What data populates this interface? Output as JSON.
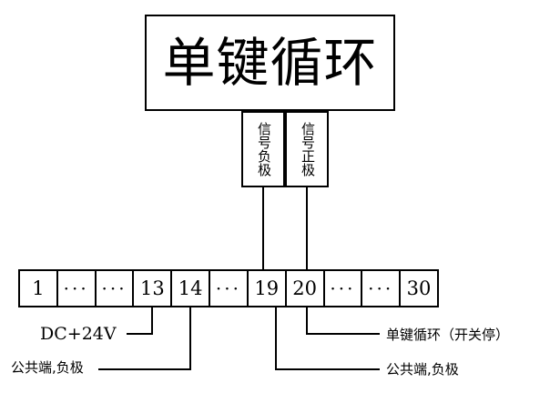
{
  "diagram": {
    "title_box": {
      "label": "单键循环"
    },
    "signal_boxes": [
      {
        "name": "signal-negative",
        "label": "信号负极"
      },
      {
        "name": "signal-positive",
        "label": "信号正极"
      }
    ],
    "terminal_strip": {
      "cells": [
        {
          "label": "1",
          "type": "number"
        },
        {
          "label": "···",
          "type": "ellipsis"
        },
        {
          "label": "···",
          "type": "ellipsis"
        },
        {
          "label": "13",
          "type": "number"
        },
        {
          "label": "14",
          "type": "number"
        },
        {
          "label": "···",
          "type": "ellipsis"
        },
        {
          "label": "19",
          "type": "number"
        },
        {
          "label": "20",
          "type": "number"
        },
        {
          "label": "···",
          "type": "ellipsis"
        },
        {
          "label": "···",
          "type": "ellipsis"
        },
        {
          "label": "30",
          "type": "number"
        }
      ]
    },
    "annotations": {
      "dc_supply": "DC+24V",
      "common_left": "公共端,负极",
      "cycle_right": "单键循环（开关停）",
      "common_right": "公共端,负极"
    },
    "colors": {
      "line": "#000000",
      "background": "#ffffff",
      "text": "#000000"
    }
  }
}
